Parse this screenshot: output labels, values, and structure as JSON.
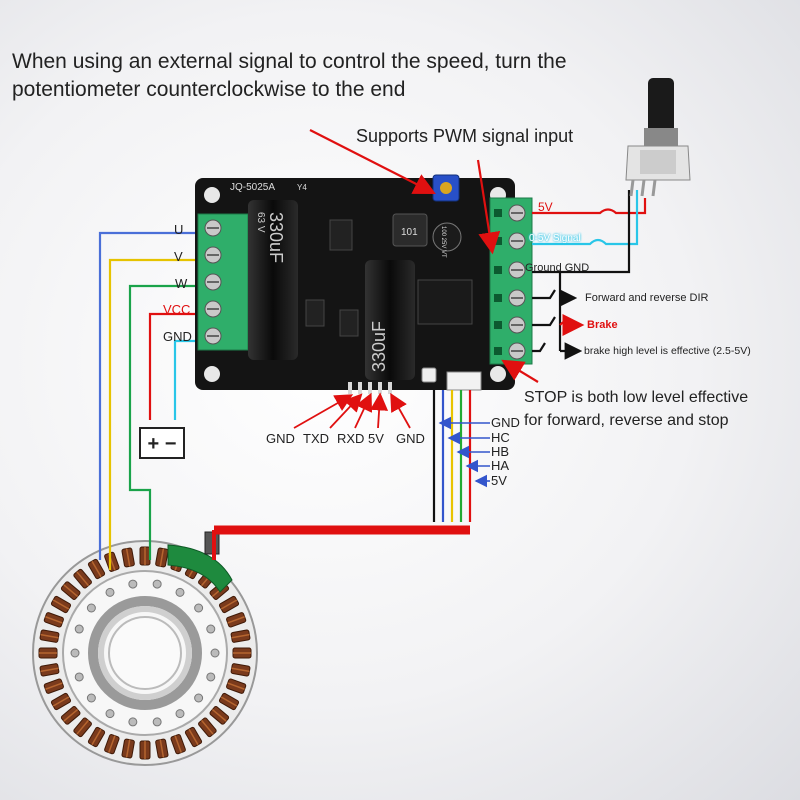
{
  "instruction": {
    "line1": "When using an external signal to control the speed, turn the",
    "line2": "potentiometer counterclockwise to the end"
  },
  "board": {
    "model": "JQ-5025A",
    "ref": "Y4",
    "capacitor_text": "330uF",
    "capacitor_voltage": "63 V",
    "inductor_text": "101",
    "small_cap_text": "100 25V VT"
  },
  "motor_terminals": [
    "U",
    "V",
    "W",
    "VCC",
    "GND"
  ],
  "pwm_note": "Supports PWM signal input",
  "control_terminals": {
    "v5": "5V",
    "signal": "0-5V Signal",
    "ground": "Ground GND",
    "dir": "Forward and reverse DIR",
    "brake": "Brake",
    "brake_note": "brake high level is effective (2.5-5V)"
  },
  "stop_note": {
    "line1": "STOP is both low level effective",
    "line2": "for forward, reverse and stop"
  },
  "serial_pins": [
    "GND",
    "TXD",
    "RXD",
    "5V",
    "GND"
  ],
  "hall_pins": [
    "GND",
    "HC",
    "HB",
    "HA",
    "5V"
  ],
  "battery_symbol": "+ −",
  "colors": {
    "board": "#141414",
    "terminal": "#2fae6a",
    "red": "#e01010",
    "yellow": "#e6c300",
    "blue": "#4a6fd8",
    "green": "#1aa34a",
    "cyan": "#29c6e8",
    "hall_blue": "#3355cc",
    "hall_yellow": "#e8c400",
    "hall_green": "#22aa33"
  }
}
